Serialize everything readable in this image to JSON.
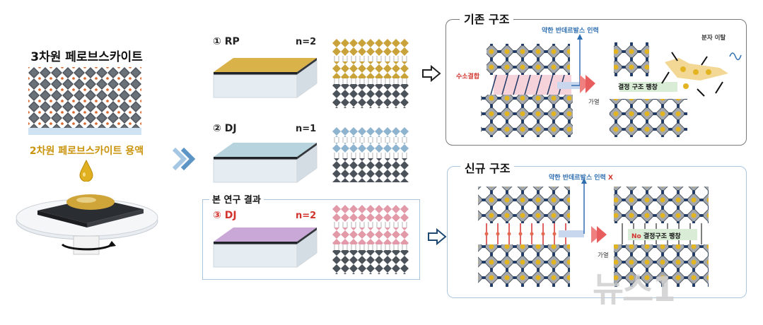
{
  "left": {
    "title": "3차원 페로브스카이트",
    "solution_label": "2차원 페로브스카이트 용액"
  },
  "cases": [
    {
      "label": "① RP",
      "n": "n=2",
      "film_color": "#d9b24a",
      "stripe_color": "#c9a23a"
    },
    {
      "label": "② DJ",
      "n": "n=1",
      "film_color": "#b7d3de",
      "stripe_color": "#8fb4cf"
    },
    {
      "label": "③ DJ",
      "n": "n=2",
      "film_color": "#c9a8d8",
      "stripe_color": "#e39aa8"
    }
  ],
  "highlight_box": {
    "title": "본 연구 결과"
  },
  "existing": {
    "title": "기존 구조",
    "weak_vdw": "약한 반데르발스 인력",
    "hydrogen_bond": "수소결합",
    "heating": "가열",
    "lattice_expansion": "결정 구조 팽창",
    "desorption": "분자 이탈"
  },
  "new": {
    "title": "신규 구조",
    "weak_vdw": "약한 반데르발스 인력",
    "weak_vdw_x": "X",
    "heating": "가열",
    "no_label": "No",
    "lattice_expansion": "결정구조 팽창"
  },
  "watermark": "뉴스1",
  "colors": {
    "gold": "#c9930b",
    "red": "#d2332d",
    "blue_accent": "#2f6fb0",
    "octahedron": "#555b63",
    "watermark": "#cfcfcf"
  }
}
